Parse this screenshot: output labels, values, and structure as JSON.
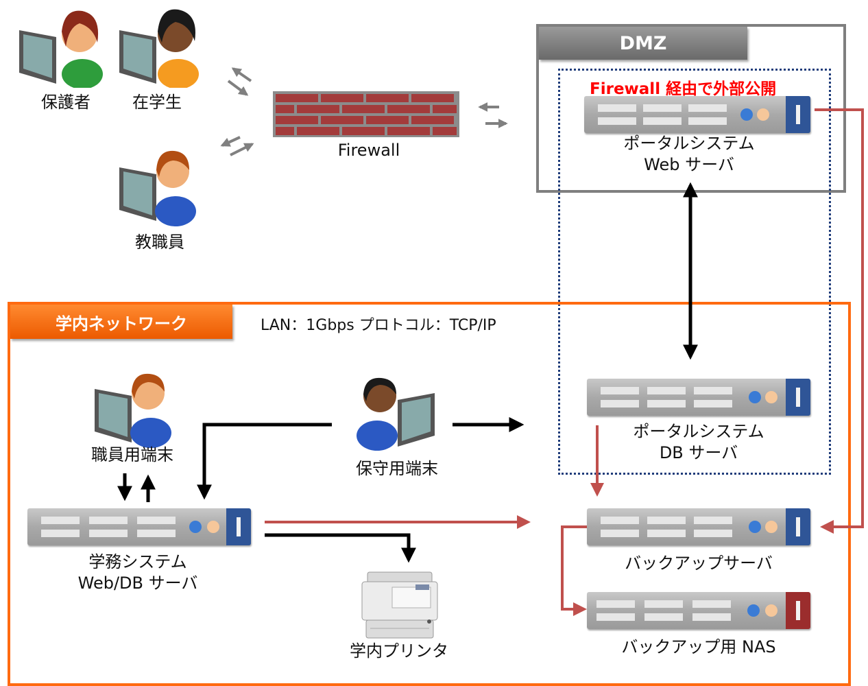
{
  "zones": {
    "dmz": "DMZ",
    "lan": "学内ネットワーク",
    "lan_info": "LAN：1Gbps  プロトコル：TCP/IP",
    "public_note": "Firewall 経由で外部公開"
  },
  "users": {
    "guardian": "保護者",
    "student": "在学生",
    "faculty": "教職員",
    "staff_terminal": "職員用端末",
    "maintenance_terminal": "保守用端末"
  },
  "firewall": {
    "label": "Firewall"
  },
  "servers": {
    "portal_web": [
      "ポータルシステム",
      "Web サーバ"
    ],
    "portal_db": [
      "ポータルシステム",
      "DB サーバ"
    ],
    "academic": [
      "学務システム",
      "Web/DB サーバ"
    ],
    "backup": "バックアップサーバ",
    "nas": "バックアップ用 NAS"
  },
  "printer": {
    "label": "学内プリンタ"
  },
  "colors": {
    "dmz_border": "#7f7f7f",
    "lan_border": "#ff6a10",
    "dotted_border": "#1f3c7a",
    "backup_link": "#c0504d",
    "server_cap": "#2f5597",
    "nas_cap": "#9b2d2d",
    "firewall_brick": "#a33b3b"
  }
}
